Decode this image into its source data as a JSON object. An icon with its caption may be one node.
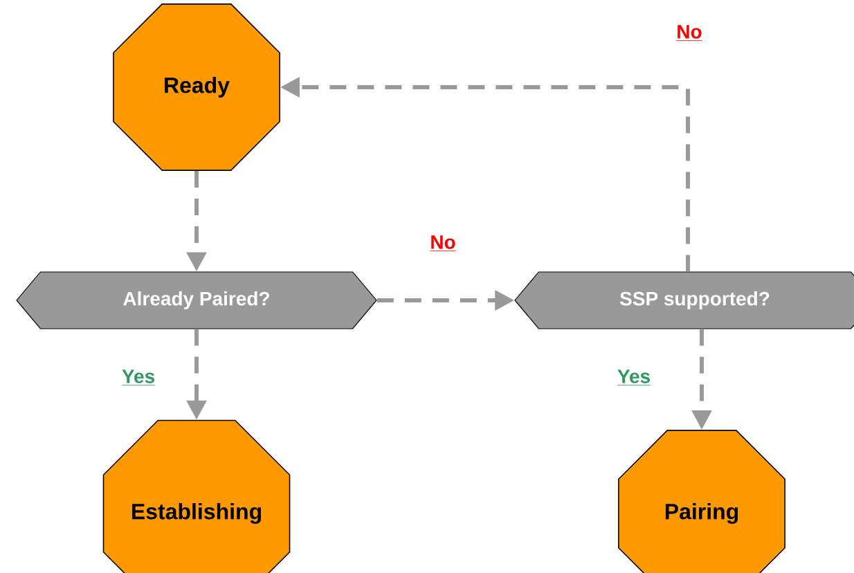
{
  "diagram": {
    "nodes": [
      {
        "text": [
          "Ready"
        ]
      },
      {
        "text": [
          "Already Paired?"
        ]
      },
      {
        "text": [
          "SSP supported?"
        ]
      },
      {
        "text": [
          "Establishing"
        ]
      },
      {
        "text": [
          "Pairing"
        ]
      }
    ],
    "edges": [
      {
        "from": 0,
        "to": 1,
        "arrow": "to",
        "style": "dashed"
      },
      {
        "from": 1,
        "to": 3,
        "arrow": "to",
        "style": "dashed",
        "label": "Yes"
      },
      {
        "from": 1,
        "to": 2,
        "arrow": "to",
        "style": "dashed",
        "label": "No"
      },
      {
        "from": 2,
        "to": 4,
        "arrow": "to",
        "style": "dashed",
        "label": "Yes"
      },
      {
        "from": 2,
        "to": 0,
        "arrow": "to",
        "style": "dashed",
        "label": "No"
      }
    ]
  }
}
